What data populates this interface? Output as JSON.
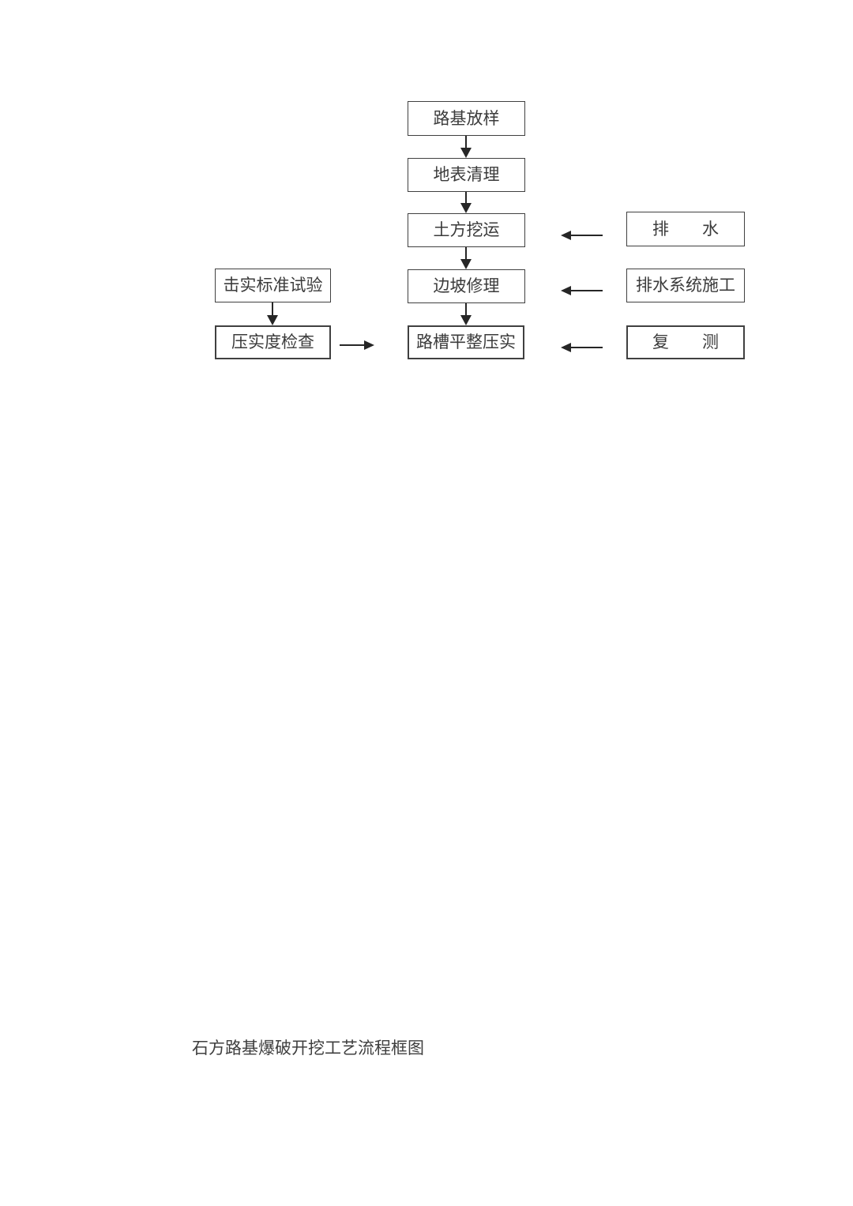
{
  "document": {
    "caption": "石方路基爆破开挖工艺流程框图"
  },
  "flowchart": {
    "main_column": [
      "路基放样",
      "地表清理",
      "土方挖运",
      "边坡修理",
      "路槽平整压实"
    ],
    "left_column": [
      "击实标准试验",
      "压实度检查"
    ],
    "right_column": [
      "排　　水",
      "排水系统施工",
      "复　　测"
    ]
  },
  "colors": {
    "box_border": "#404040",
    "text": "#3b3b3b",
    "arrow": "#262626",
    "page_background": "#ffffff"
  }
}
